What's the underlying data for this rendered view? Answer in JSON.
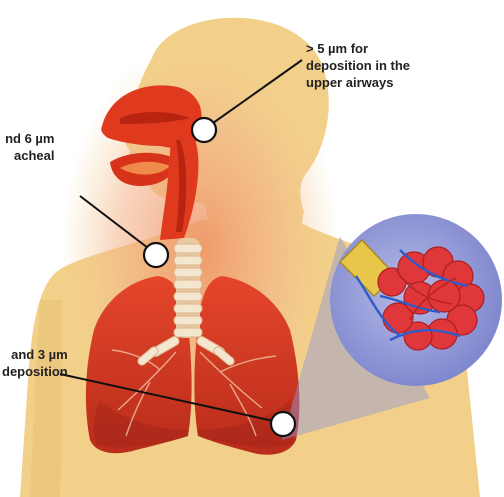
{
  "labels": {
    "upper_airways": {
      "line1": "> 5 µm for",
      "line2": "deposition in the",
      "line3": "upper airways"
    },
    "tracheal": {
      "line1": "nd 6 µm",
      "line2": "acheal"
    },
    "alveolar": {
      "line1": "and 3 µm",
      "line2": "deposition"
    }
  },
  "colors": {
    "skin": "#f2d08a",
    "skin_shadow": "#e3b96c",
    "glow": "#f0a878",
    "airway_red": "#e03a1e",
    "airway_dark": "#b8240f",
    "lung": "#d63a22",
    "lung_dark": "#a4261a",
    "cartilage": "#f5e6cf",
    "inset_bg": "#8f96d6",
    "alveoli_red": "#e0383a",
    "vessel_blue": "#2e5cc8",
    "marker": "#ffffff"
  }
}
